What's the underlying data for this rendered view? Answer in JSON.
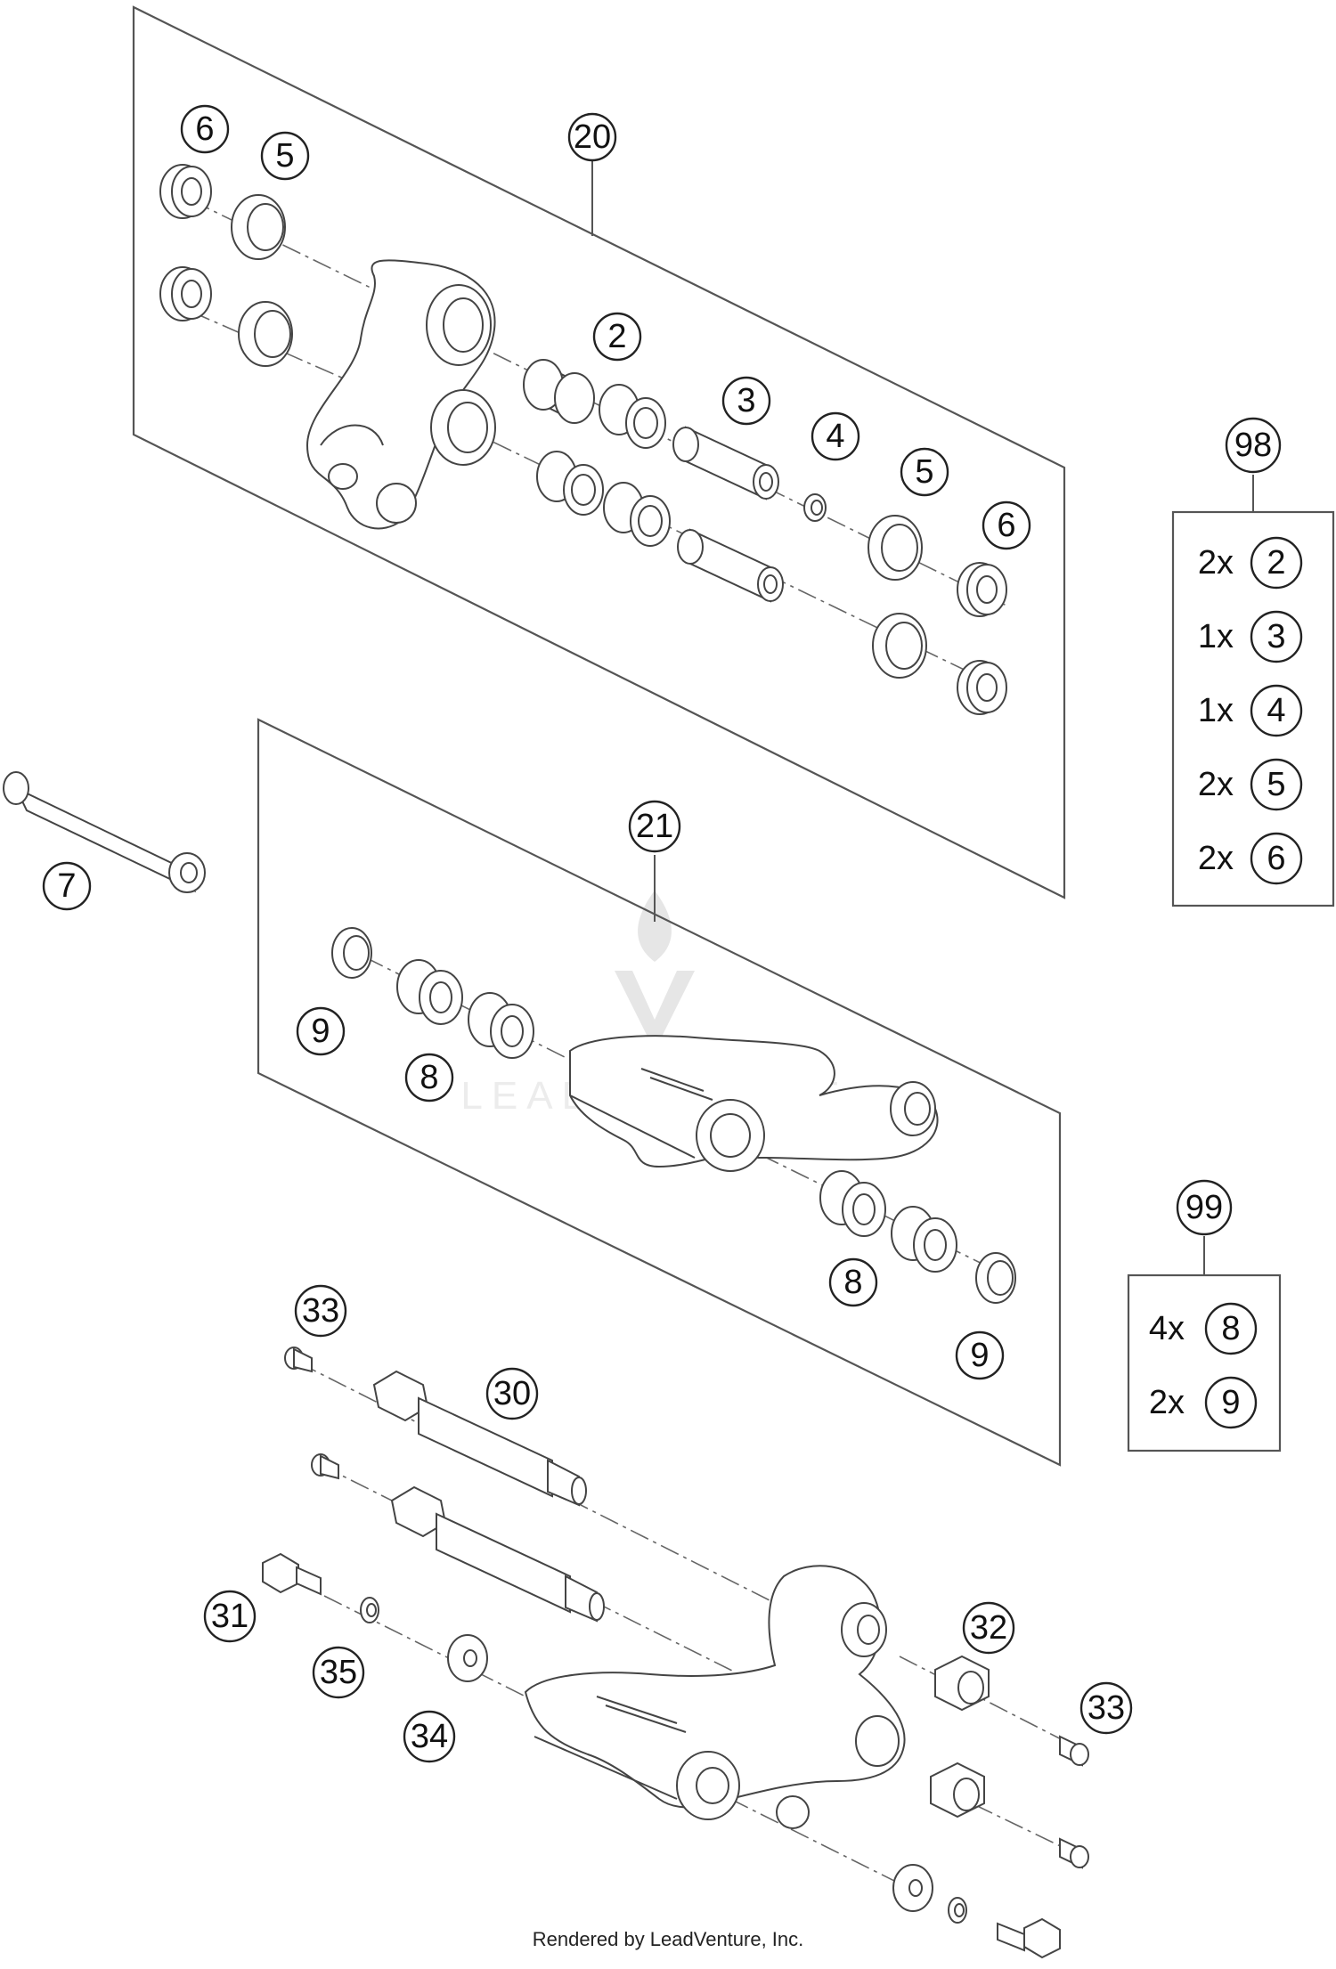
{
  "callouts": [
    {
      "label": "20"
    },
    {
      "label": "6"
    },
    {
      "label": "5"
    },
    {
      "label": "2"
    },
    {
      "label": "3"
    },
    {
      "label": "4"
    },
    {
      "label": "5"
    },
    {
      "label": "6"
    },
    {
      "label": "98"
    },
    {
      "label": "7"
    },
    {
      "label": "21"
    },
    {
      "label": "9"
    },
    {
      "label": "8"
    },
    {
      "label": "8"
    },
    {
      "label": "9"
    },
    {
      "label": "99"
    },
    {
      "label": "33"
    },
    {
      "label": "30"
    },
    {
      "label": "31"
    },
    {
      "label": "35"
    },
    {
      "label": "34"
    },
    {
      "label": "32"
    },
    {
      "label": "33"
    }
  ],
  "kit_98": {
    "label": "98",
    "rows": [
      {
        "qty": "2x",
        "part": "2"
      },
      {
        "qty": "1x",
        "part": "3"
      },
      {
        "qty": "1x",
        "part": "4"
      },
      {
        "qty": "2x",
        "part": "5"
      },
      {
        "qty": "2x",
        "part": "6"
      }
    ]
  },
  "kit_99": {
    "label": "99",
    "rows": [
      {
        "qty": "4x",
        "part": "8"
      },
      {
        "qty": "2x",
        "part": "9"
      }
    ]
  },
  "footer": {
    "text": "Rendered by LeadVenture, Inc."
  },
  "watermark": {
    "text": "LEADVENTURE"
  }
}
